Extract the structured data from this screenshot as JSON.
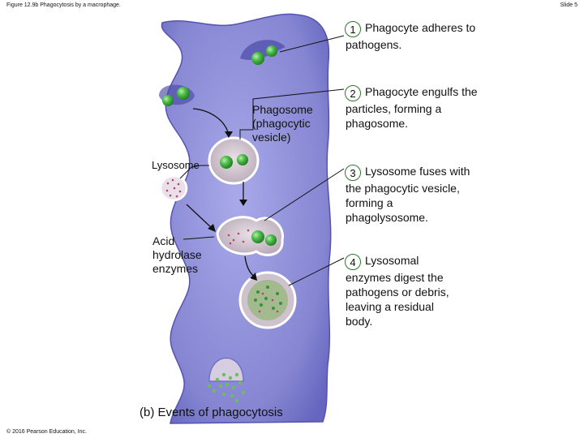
{
  "header": {
    "figure_title": "Figure 12.9b Phagocytosis by a macrophage.",
    "slide": "Slide 5"
  },
  "labels": {
    "phagosome": "Phagosome (phagocytic vesicle)",
    "lysosome": "Lysosome",
    "acid_hydrolase": "Acid hydrolase enzymes"
  },
  "steps": [
    {
      "number": "1",
      "text": "Phagocyte adheres to pathogens."
    },
    {
      "number": "2",
      "text": "Phagocyte engulfs the particles, forming a phagosome."
    },
    {
      "number": "3",
      "text": "Lysosome fuses with the phagocytic vesicle, forming a phagolysosome."
    },
    {
      "number": "4",
      "text": "Lysosomal enzymes digest the pathogens or debris, leaving a residual body."
    }
  ],
  "caption": "(b) Events of phagocytosis",
  "copyright": "© 2016 Pearson Education, Inc.",
  "colors": {
    "cell": "#8c8cd6",
    "cell_edge": "#5a5ab8",
    "vesicle": "#cfc4cf",
    "pathogen": "#3fa83f",
    "enzyme": "#c0406a"
  }
}
